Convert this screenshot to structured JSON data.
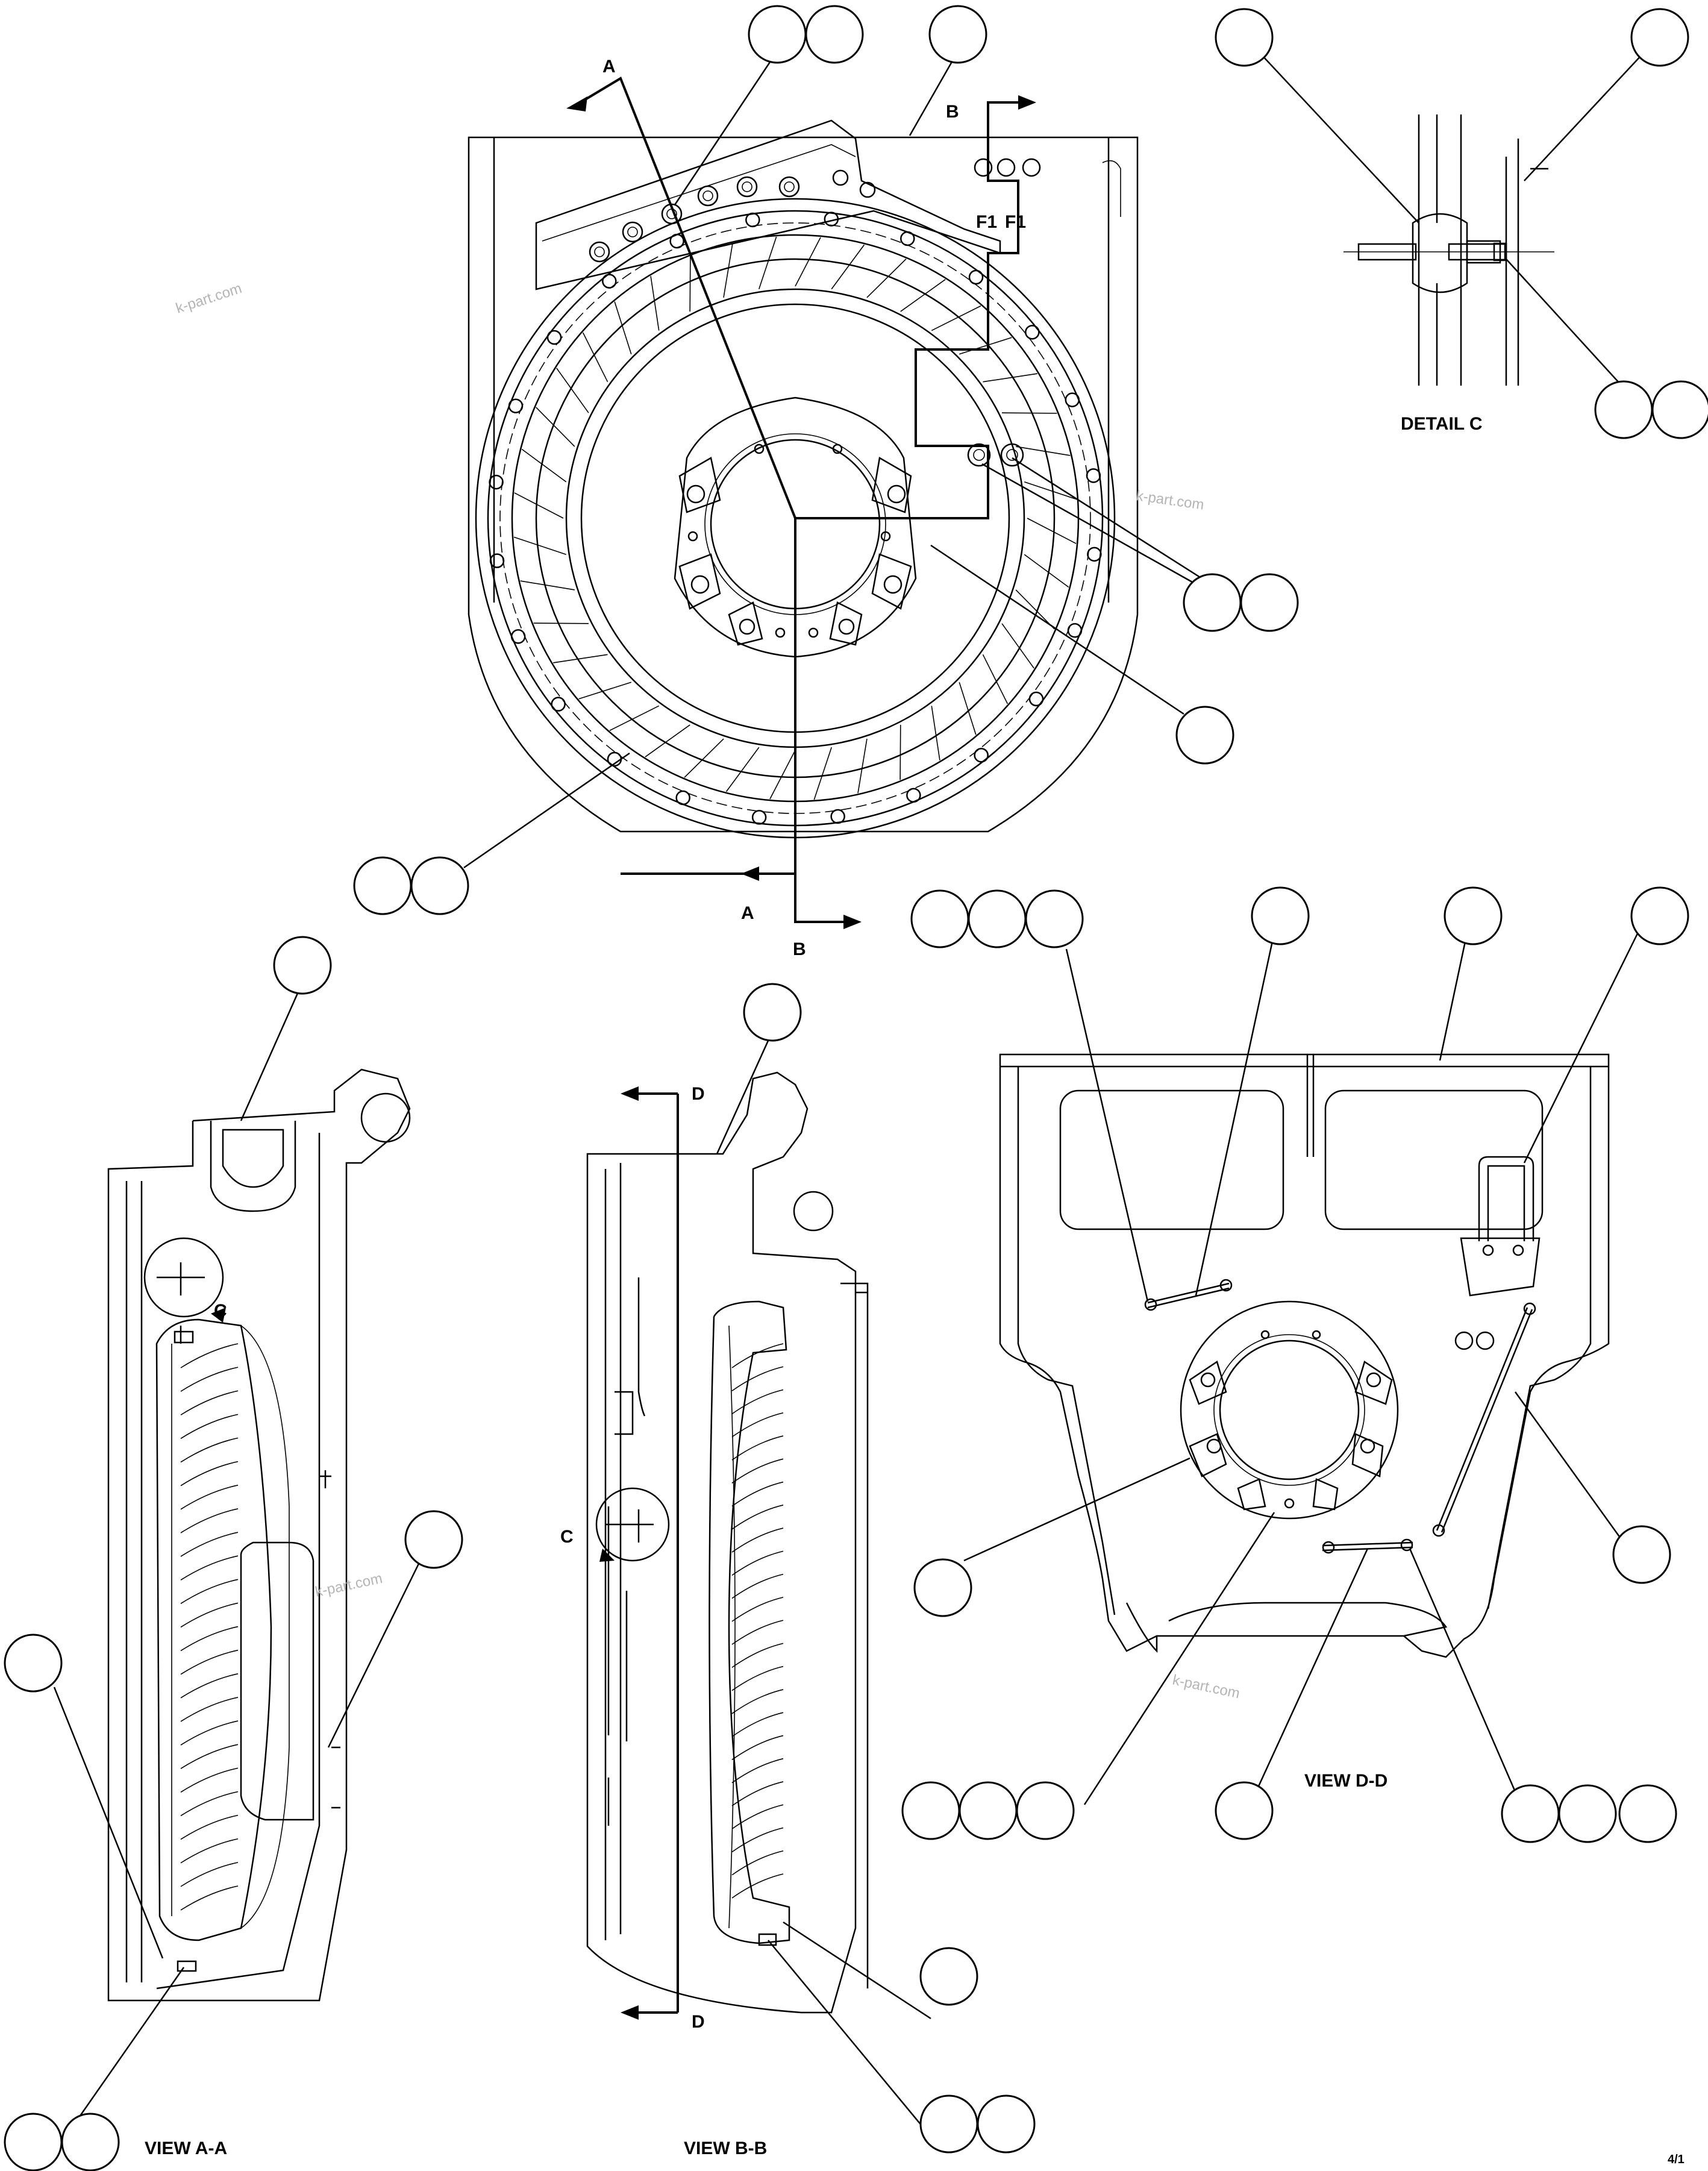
{
  "view_labels": {
    "section_a": "A",
    "section_b": "B",
    "detail_c": "C",
    "section_d": "D",
    "detail_c_title": "DETAIL C",
    "view_aa_title": "VIEW A-A",
    "view_bb_title": "VIEW B-B",
    "view_dd_title": "VIEW D-D"
  },
  "panel_labels": {
    "f1": "F1",
    "f1b": "F1"
  },
  "watermarks": [
    "k-part.com",
    "k-part.com",
    "k-part.com",
    "k-part.com"
  ],
  "page_number": "4/1"
}
